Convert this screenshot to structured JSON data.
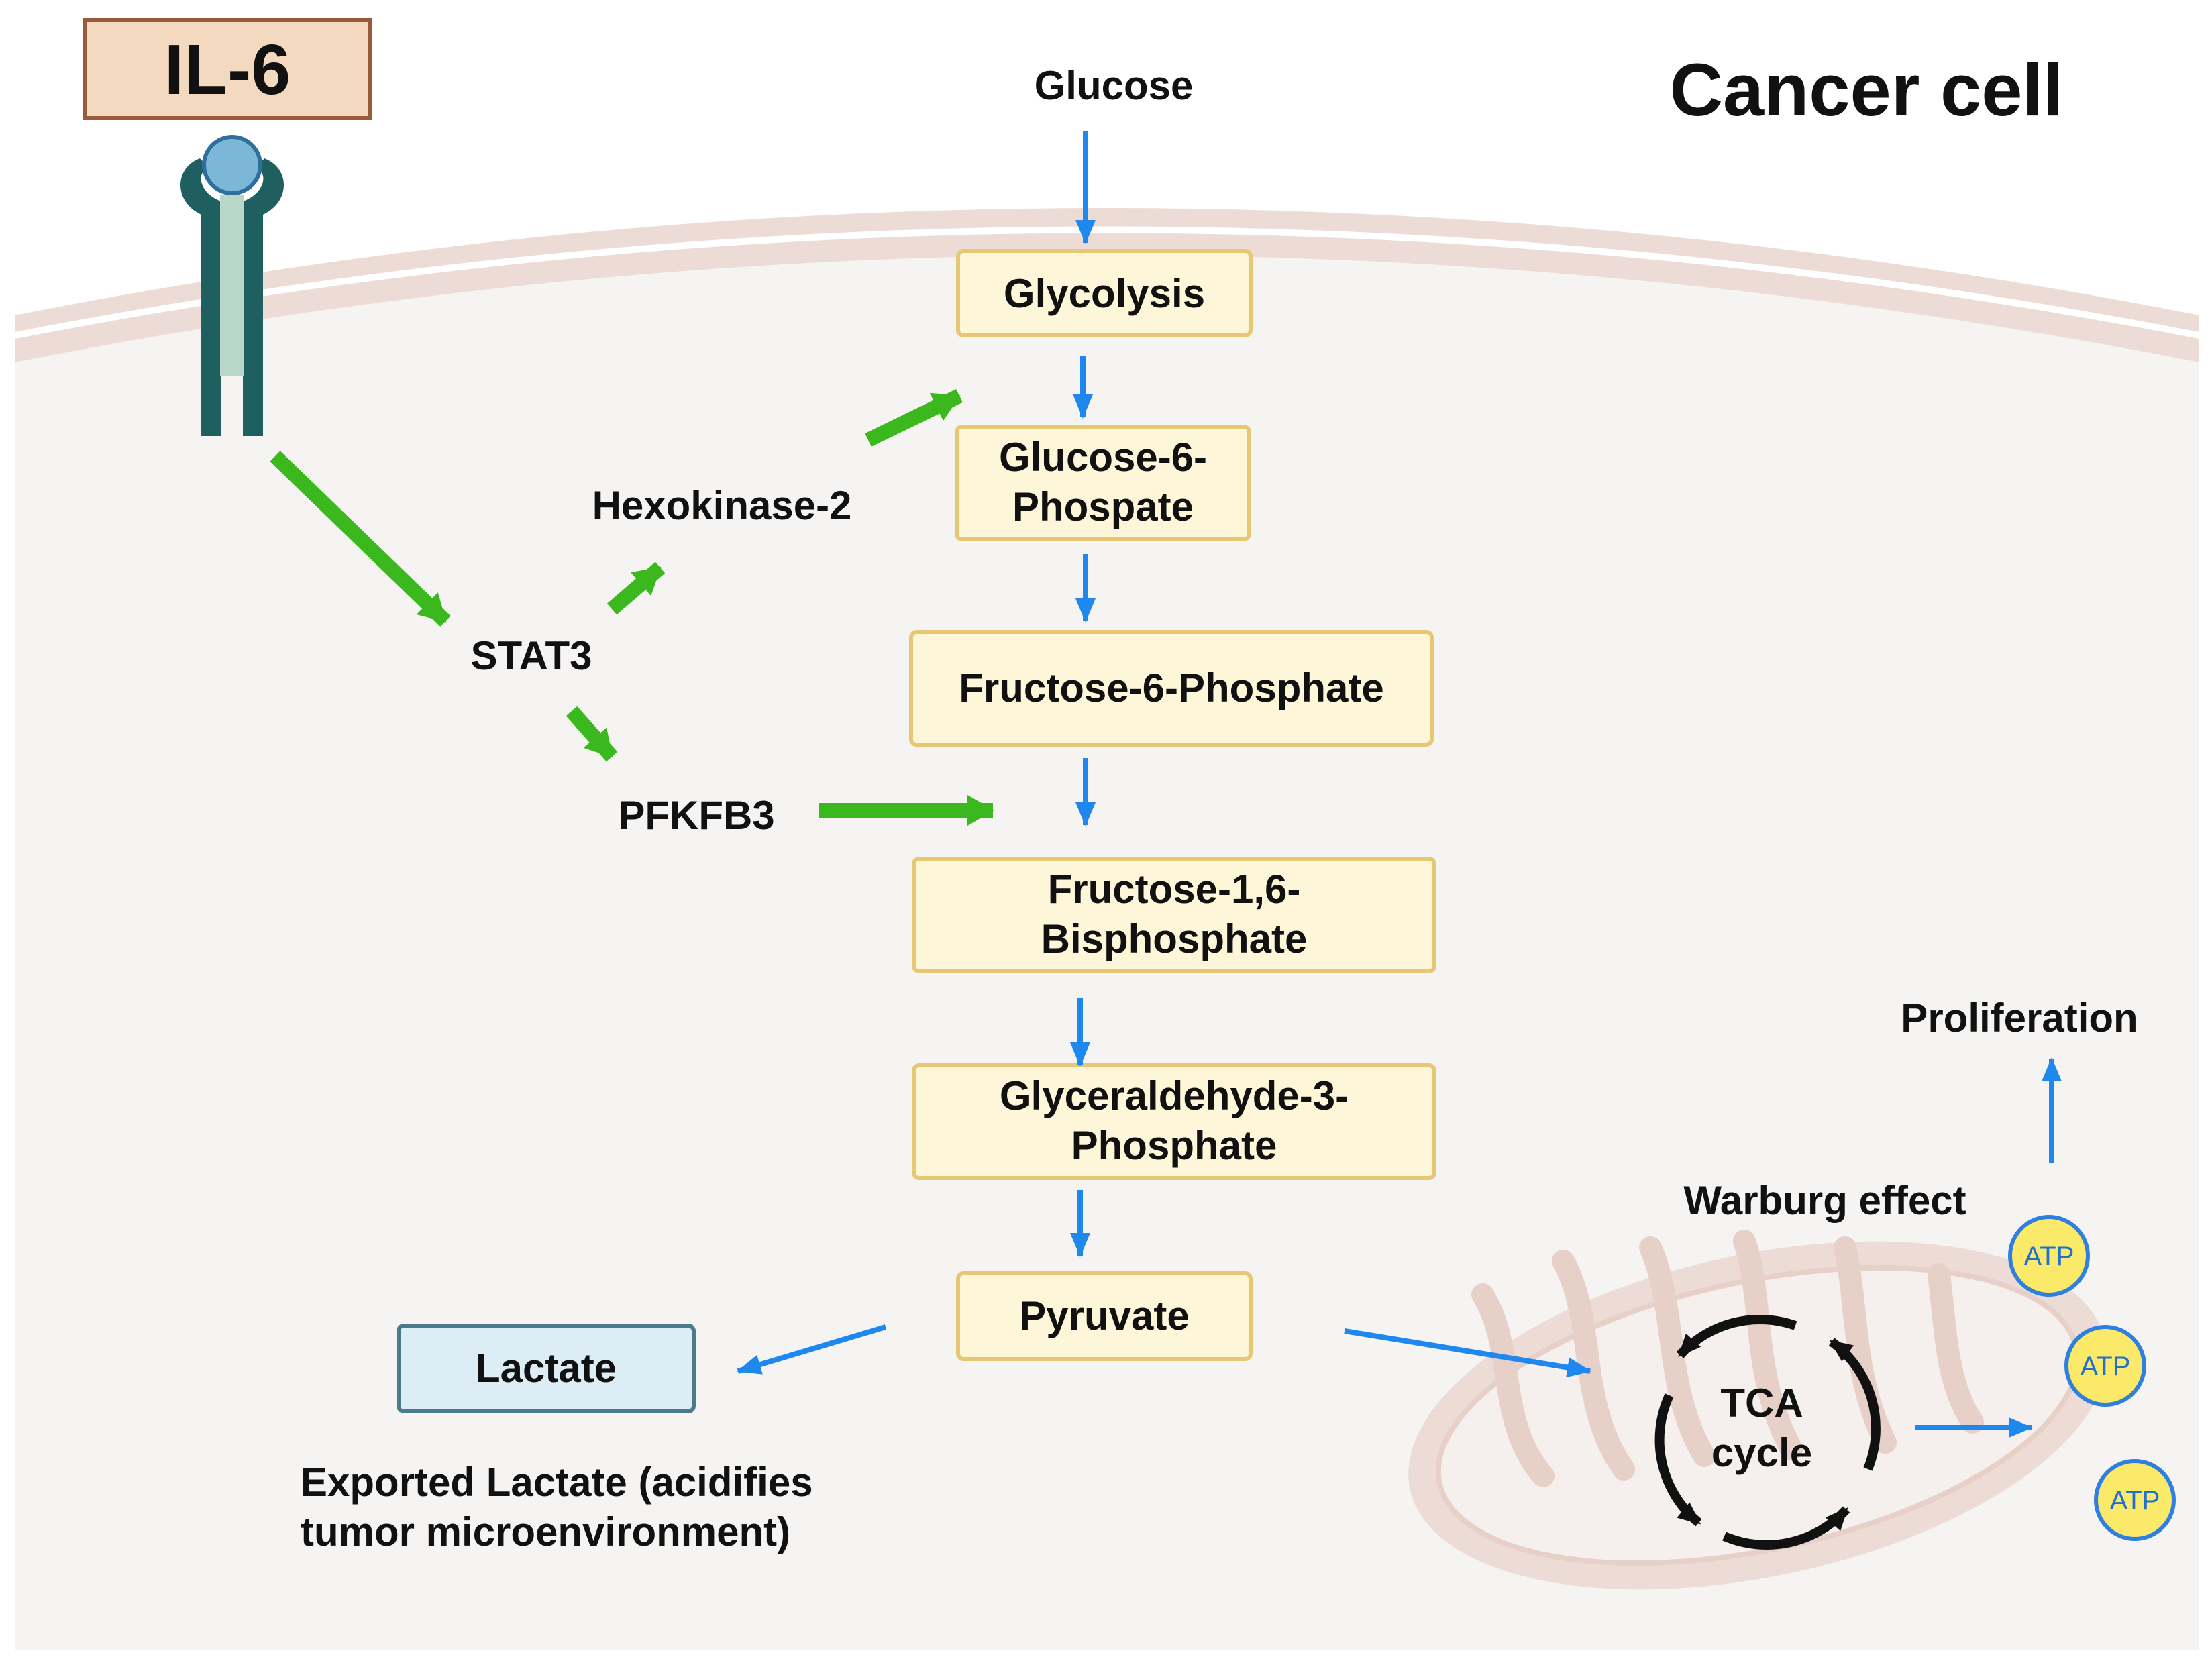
{
  "title": "Cancer cell",
  "il6": "IL-6",
  "glucose": "Glucose",
  "pathway": {
    "glycolysis": "Glycolysis",
    "g6p_l1": "Glucose-6-",
    "g6p_l2": "Phospate",
    "f6p": "Fructose-6-Phosphate",
    "f16bp_l1": "Fructose-1,6-",
    "f16bp_l2": "Bisphosphate",
    "g3p_l1": "Glyceraldehyde-3-",
    "g3p_l2": "Phosphate",
    "pyruvate": "Pyruvate"
  },
  "signaling": {
    "stat3": "STAT3",
    "hk2": "Hexokinase-2",
    "pfkfb3": "PFKFB3"
  },
  "lactate": {
    "label": "Lactate",
    "note_l1": "Exported Lactate (acidifies",
    "note_l2": "tumor microenvironment)"
  },
  "mito": {
    "warburg": "Warburg effect",
    "tca_l1": "TCA",
    "tca_l2": "cycle",
    "atp": "ATP",
    "proliferation": "Proliferation"
  },
  "colors": {
    "membrane": "#eddcd6",
    "cytoplasm": "#f5f4f3",
    "box_fill": "#fdf6d8",
    "box_stroke": "#e6c874",
    "lactate_fill": "#dcedf5",
    "lactate_stroke": "#4a7a8c",
    "il6_fill": "#f2d9bf",
    "il6_stroke": "#9a5a3c",
    "blue_arrow": "#1e88ee",
    "green_arrow": "#3cb81f",
    "receptor": "#1f5f5f",
    "ligand": "#7bb7d6",
    "atp_fill": "#fbe96a",
    "atp_stroke": "#2f7fe0"
  }
}
